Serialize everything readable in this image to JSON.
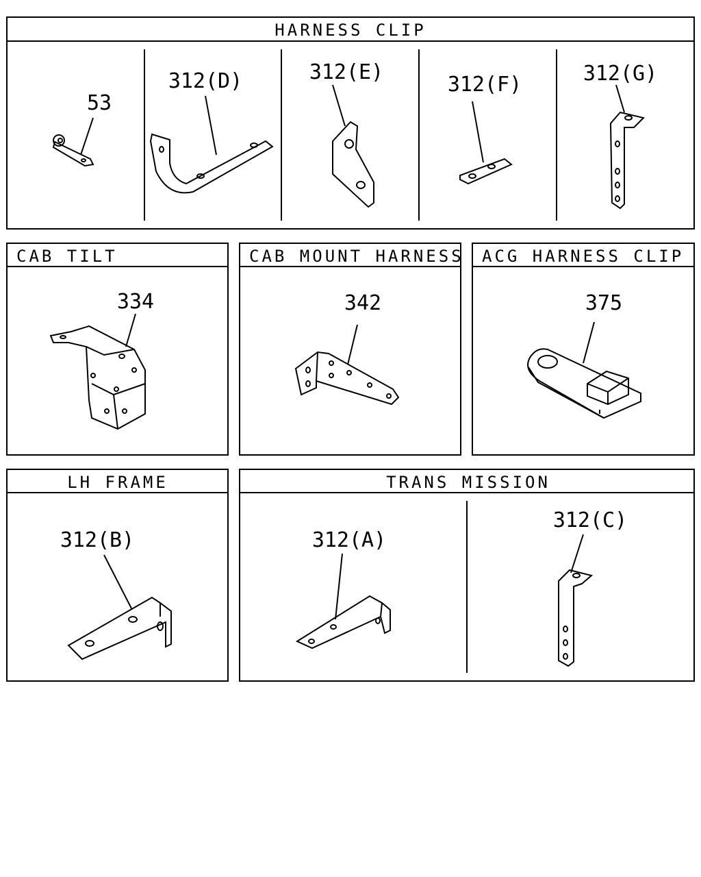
{
  "sections": {
    "harness_clip": {
      "title": "HARNESS CLIP",
      "parts": [
        "53",
        "312(D)",
        "312(E)",
        "312(F)",
        "312(G)"
      ]
    },
    "cab_tilt": {
      "title": "CAB TILT",
      "part": "334"
    },
    "cab_mount_harness": {
      "title": "CAB MOUNT HARNESS",
      "part": "342"
    },
    "acg_harness_clip": {
      "title": "ACG HARNESS CLIP",
      "part": "375"
    },
    "lh_frame": {
      "title": "LH FRAME",
      "part": "312(B)"
    },
    "trans_mission": {
      "title": "TRANS MISSION",
      "parts": [
        "312(A)",
        "312(C)"
      ]
    }
  }
}
